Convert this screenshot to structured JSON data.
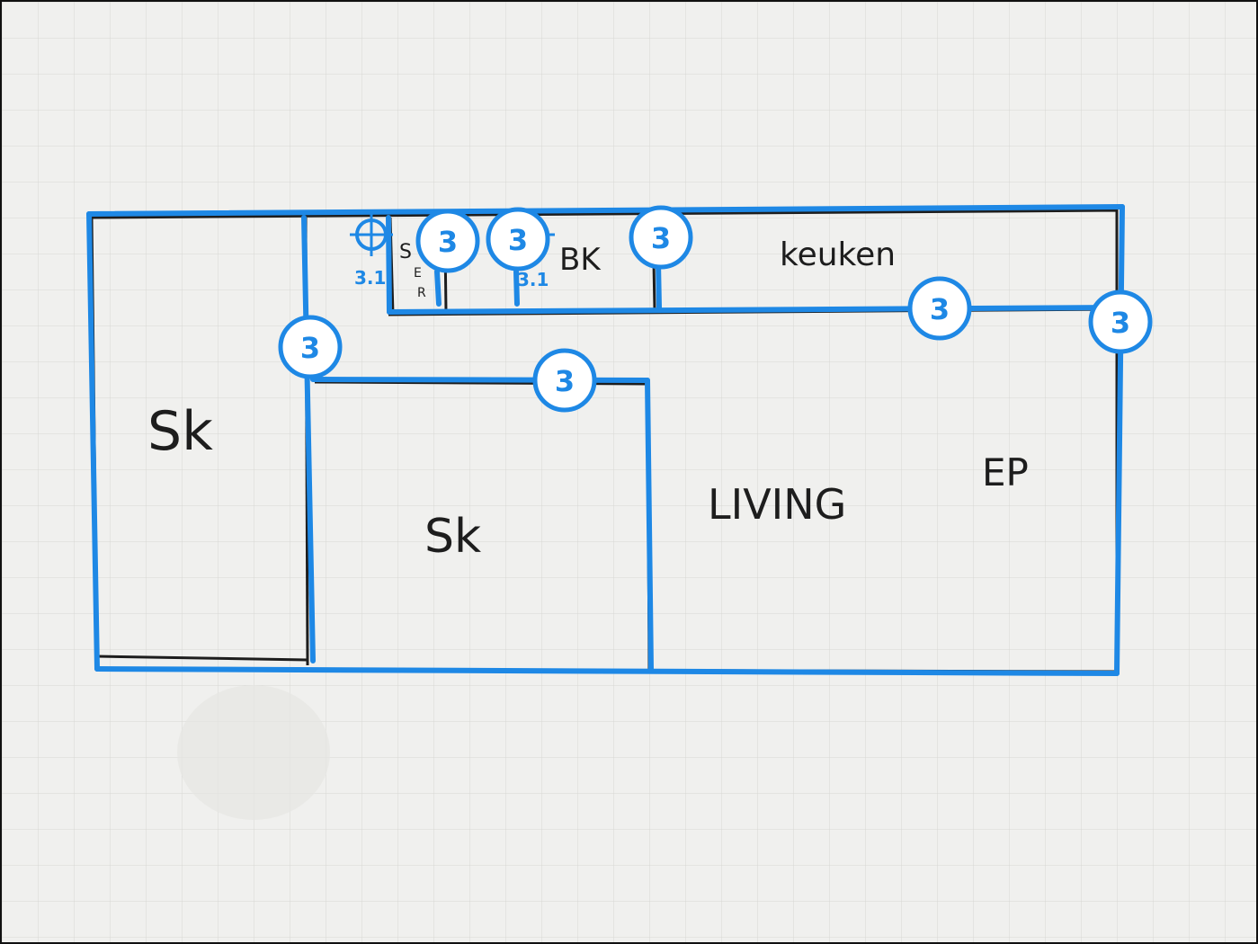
{
  "colors": {
    "accent": "#1e88e5",
    "paper": "#f0f0ee",
    "grid": "#d7d7d4",
    "ink": "#1d1d1d"
  },
  "labels": {
    "sk_left": "Sk",
    "sk_mid": "Sk",
    "living": "LIVING",
    "ep": "EP",
    "keuken": "keuken",
    "bk": "BK",
    "small_top": "S",
    "small_e": "E",
    "small_r": "R"
  },
  "wall_badges": [
    {
      "name": "wall-badge-top-1",
      "label": "3"
    },
    {
      "name": "wall-badge-top-2",
      "label": "3"
    },
    {
      "name": "wall-badge-top-3",
      "label": "3"
    },
    {
      "name": "wall-badge-left",
      "label": "3"
    },
    {
      "name": "wall-badge-mid",
      "label": "3"
    },
    {
      "name": "wall-badge-right-1",
      "label": "3"
    },
    {
      "name": "wall-badge-right-2",
      "label": "3"
    }
  ],
  "targets": [
    {
      "name": "target-marker-1",
      "label": "3.1"
    },
    {
      "name": "target-marker-2",
      "label": "3.1"
    }
  ]
}
